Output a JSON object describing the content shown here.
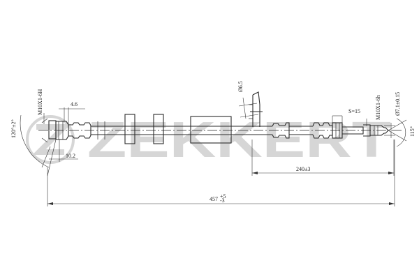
{
  "watermark": {
    "brand": "ZEKKERT",
    "color": "#d6d6d6"
  },
  "line_color": "#2a2a2a",
  "labels": {
    "thread_left": "M10X1-6H",
    "angle_left": "120°±2°",
    "dim_4_6": "4.6",
    "dim_10_2": "10.2",
    "dim_6_5": "Ø6.5",
    "dim_s15": "S=15",
    "thread_right": "M10X1-6h",
    "dim_7_1": "Ø7.1±0.15",
    "angle_right": "115°",
    "dim_240": "240±3",
    "dim_457_base": "457",
    "dim_457_tol_up": "+5",
    "dim_457_tol_down": "-3"
  }
}
